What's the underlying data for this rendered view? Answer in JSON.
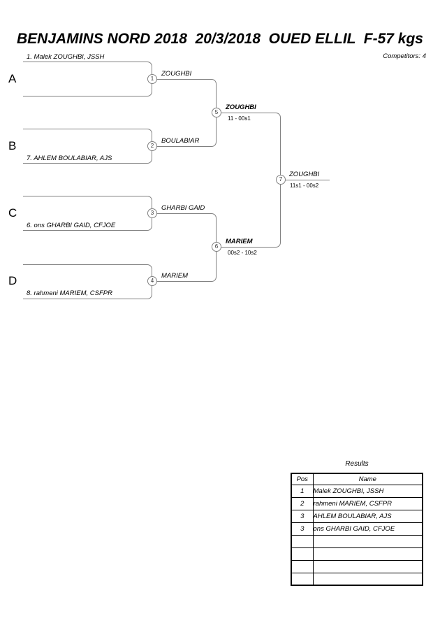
{
  "header": {
    "title": "BENJAMINS NORD 2018  20/3/2018  OUED ELLIL  F-57 kgs",
    "competitors_label": "Competitors: 4"
  },
  "bracket": {
    "slots": [
      {
        "letter": "A",
        "seed": "1. Malek ZOUGHBI, JSSH"
      },
      {
        "letter": "B",
        "seed": "7. AHLEM BOULABIAR, AJS"
      },
      {
        "letter": "C",
        "seed": "6. ons GHARBI GAID, CFJOE"
      },
      {
        "letter": "D",
        "seed": "8. rahmeni MARIEM, CSFPR"
      }
    ],
    "matches": [
      {
        "num": "1",
        "winner": "ZOUGHBI"
      },
      {
        "num": "2",
        "winner": "BOULABIAR"
      },
      {
        "num": "3",
        "winner": "GHARBI GAID"
      },
      {
        "num": "4",
        "winner": "MARIEM"
      },
      {
        "num": "5",
        "winner": "ZOUGHBI",
        "score": "11 - 00s1"
      },
      {
        "num": "6",
        "winner": "MARIEM",
        "score": "00s2 - 10s2"
      },
      {
        "num": "7",
        "winner": "ZOUGHBI",
        "score": "11s1 - 00s2"
      }
    ]
  },
  "results": {
    "title": "Results",
    "columns": {
      "pos": "Pos",
      "name": "Name"
    },
    "rows": [
      {
        "pos": "1",
        "name": "Malek ZOUGHBI, JSSH"
      },
      {
        "pos": "2",
        "name": "rahmeni MARIEM, CSFPR"
      },
      {
        "pos": "3",
        "name": "AHLEM BOULABIAR, AJS"
      },
      {
        "pos": "3",
        "name": "ons GHARBI GAID, CFJOE"
      },
      {
        "pos": "",
        "name": ""
      },
      {
        "pos": "",
        "name": ""
      },
      {
        "pos": "",
        "name": ""
      },
      {
        "pos": "",
        "name": ""
      }
    ]
  },
  "colors": {
    "bracket_line": "#808080",
    "table_border": "#000000",
    "text": "#000000"
  }
}
